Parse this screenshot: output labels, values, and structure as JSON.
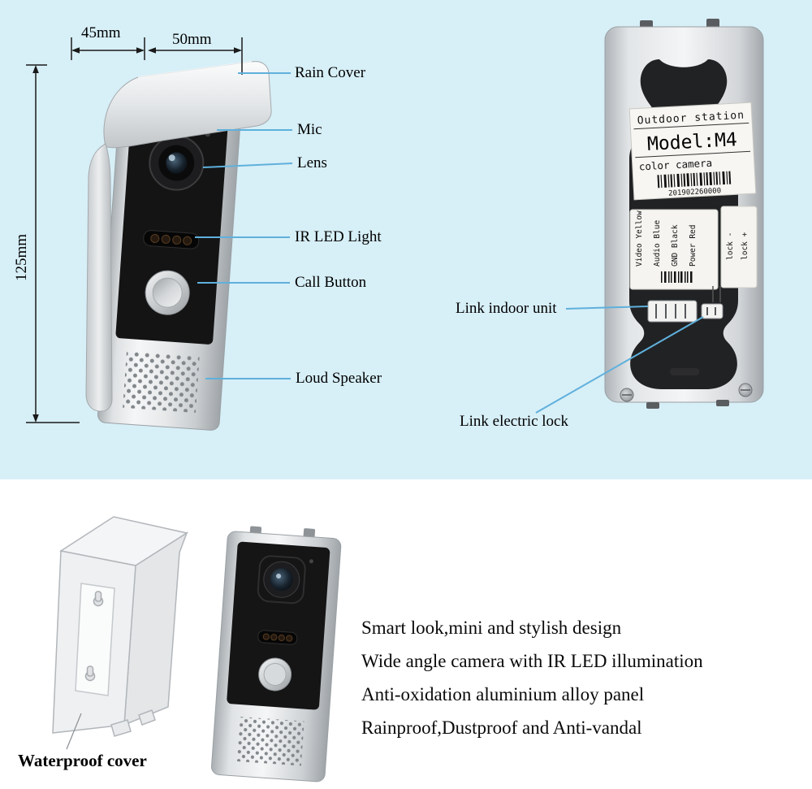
{
  "colors": {
    "top_background": "#d7eff7",
    "leader_line": "#5fb0dc",
    "annotation_text": "#000000",
    "device_silver": "#d9dcde",
    "panel_black": "#141414"
  },
  "dimensions": {
    "width_left": "45mm",
    "width_front": "50mm",
    "height": "125mm"
  },
  "front_callouts": {
    "rain_cover": "Rain Cover",
    "mic": "Mic",
    "lens": "Lens",
    "ir_led": "IR LED Light",
    "call_button": "Call Button",
    "loud_speaker": "Loud Speaker"
  },
  "back_callouts": {
    "link_indoor": "Link indoor unit",
    "link_lock": "Link electric lock"
  },
  "back_label": {
    "station": "Outdoor station",
    "model": "Model:M4",
    "camera": "color camera",
    "serial": "201902260000"
  },
  "wiring": {
    "video": "Video Yellow",
    "audio": "Audio Blue",
    "gnd": "GND Black",
    "power": "Power Red",
    "lock_minus": "lock -",
    "lock_plus": "lock +"
  },
  "bottom": {
    "waterproof_label": "Waterproof cover",
    "features": [
      "Smart look,mini and stylish design",
      "Wide angle camera with IR LED illumination",
      "Anti-oxidation aluminium alloy panel",
      "Rainproof,Dustproof and Anti-vandal"
    ]
  }
}
